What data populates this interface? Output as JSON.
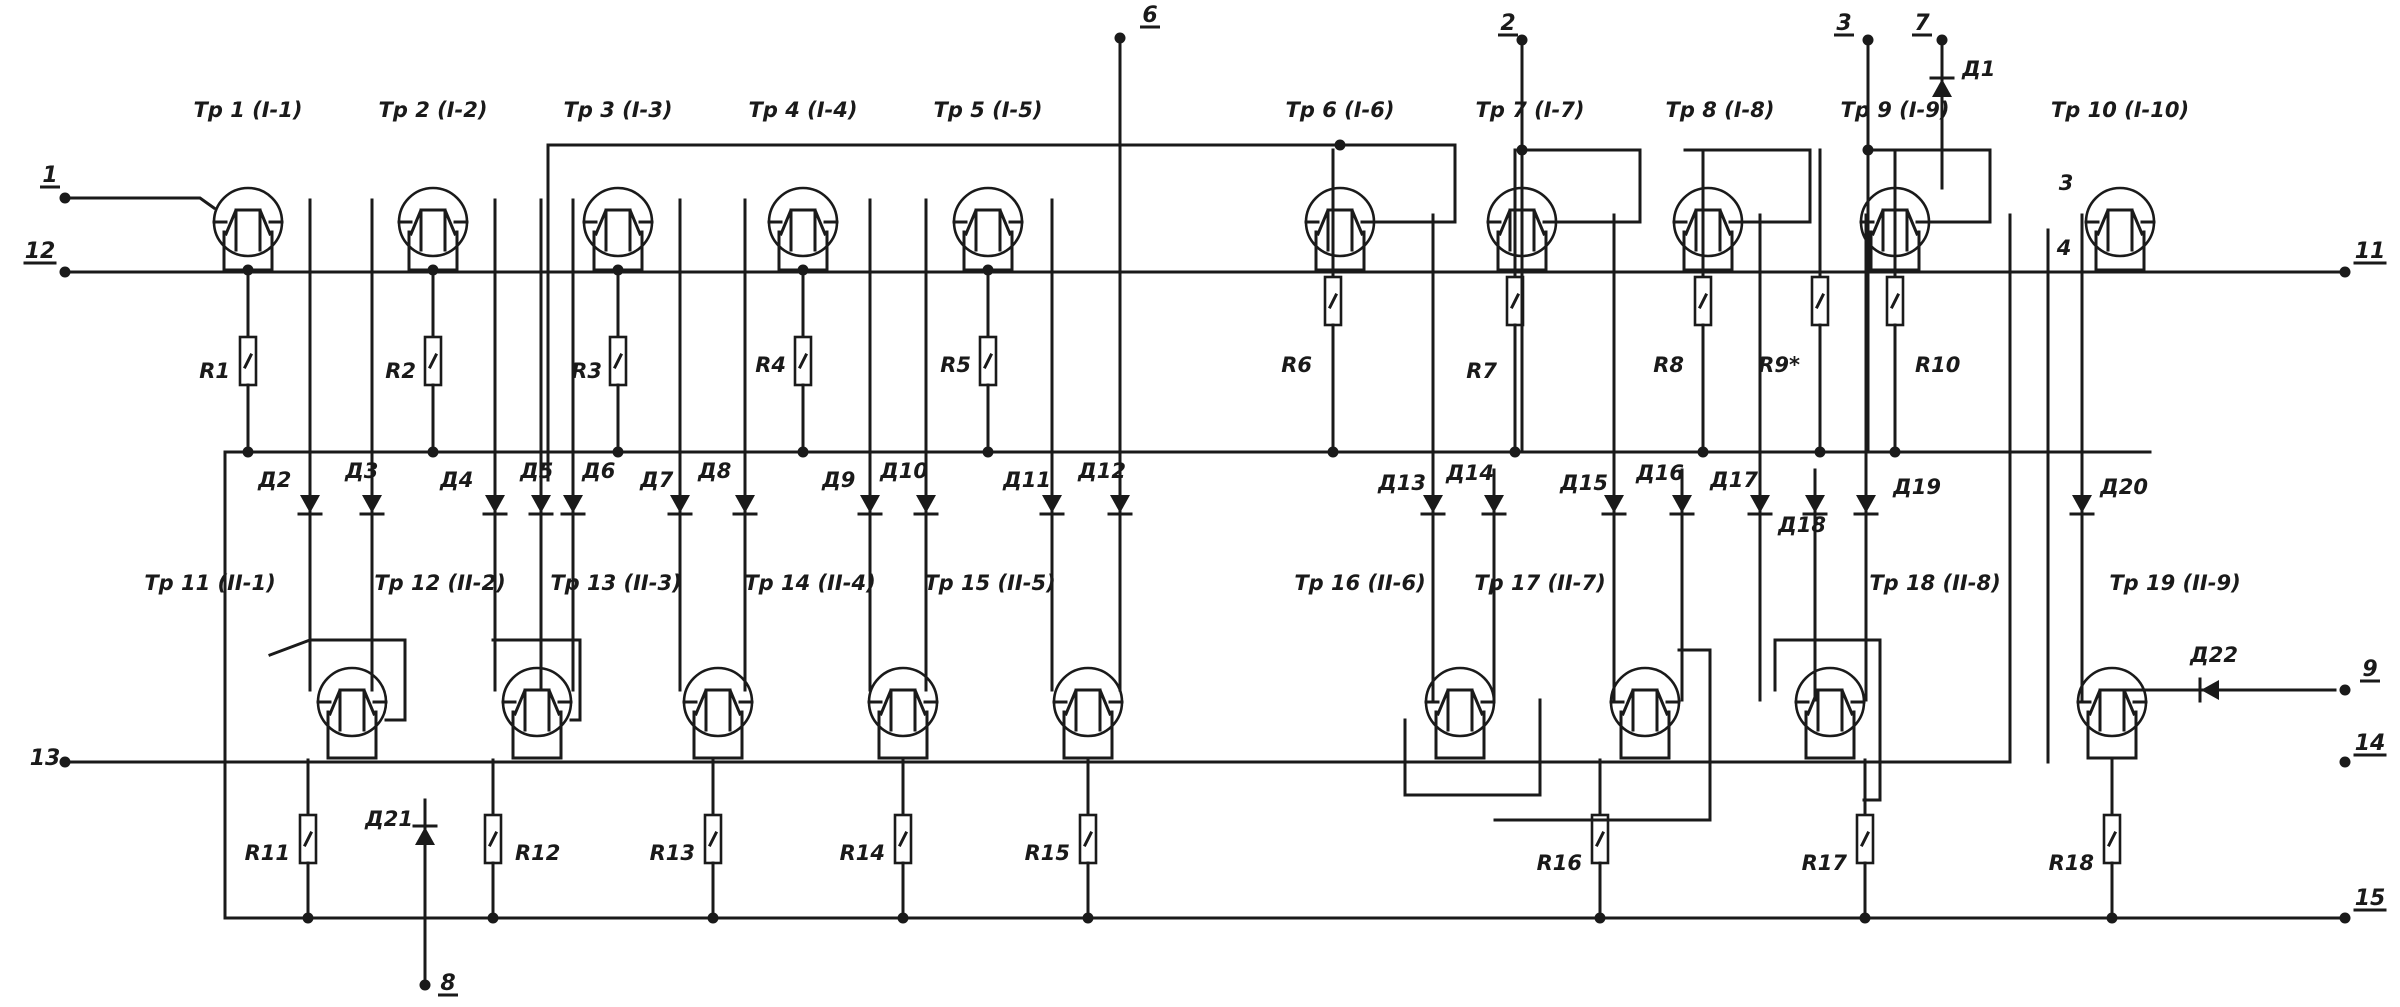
{
  "terminals": [
    {
      "id": "1",
      "label": "1"
    },
    {
      "id": "12",
      "label": "12"
    },
    {
      "id": "13",
      "label": "13"
    },
    {
      "id": "6",
      "label": "6"
    },
    {
      "id": "2",
      "label": "2"
    },
    {
      "id": "3",
      "label": "3"
    },
    {
      "id": "7",
      "label": "7"
    },
    {
      "id": "8",
      "label": "8"
    },
    {
      "id": "11",
      "label": "11"
    },
    {
      "id": "9",
      "label": "9"
    },
    {
      "id": "14",
      "label": "14"
    },
    {
      "id": "15",
      "label": "15"
    }
  ],
  "transistors_top": [
    {
      "label": "Тр 1 (I-1)"
    },
    {
      "label": "Тр 2 (I-2)"
    },
    {
      "label": "Тр 3 (I-3)"
    },
    {
      "label": "Тр 4 (I-4)"
    },
    {
      "label": "Тр 5 (I-5)"
    },
    {
      "label": "Тр 6 (I-6)"
    },
    {
      "label": "Тр 7 (I-7)"
    },
    {
      "label": "Тр 8 (I-8)"
    },
    {
      "label": "Тр 9 (I-9)"
    },
    {
      "label": "Тр 10 (I-10)"
    }
  ],
  "transistors_bottom": [
    {
      "label": "Тр 11 (II-1)"
    },
    {
      "label": "Тр 12 (II-2)"
    },
    {
      "label": "Тр 13 (II-3)"
    },
    {
      "label": "Тр 14 (II-4)"
    },
    {
      "label": "Тр 15 (II-5)"
    },
    {
      "label": "Тр 16 (II-6)"
    },
    {
      "label": "Тр 17 (II-7)"
    },
    {
      "label": "Тр 18 (II-8)"
    },
    {
      "label": "Тр 19 (II-9)"
    }
  ],
  "resistors": [
    {
      "label": "R1"
    },
    {
      "label": "R2"
    },
    {
      "label": "R3"
    },
    {
      "label": "R4"
    },
    {
      "label": "R5"
    },
    {
      "label": "R6"
    },
    {
      "label": "R7"
    },
    {
      "label": "R8"
    },
    {
      "label": "R9*"
    },
    {
      "label": "R10"
    },
    {
      "label": "R11"
    },
    {
      "label": "R12"
    },
    {
      "label": "R13"
    },
    {
      "label": "R14"
    },
    {
      "label": "R15"
    },
    {
      "label": "R16"
    },
    {
      "label": "R17"
    },
    {
      "label": "R18"
    }
  ],
  "diodes": [
    {
      "label": "Д1"
    },
    {
      "label": "Д2"
    },
    {
      "label": "Д3"
    },
    {
      "label": "Д4"
    },
    {
      "label": "Д5"
    },
    {
      "label": "Д6"
    },
    {
      "label": "Д7"
    },
    {
      "label": "Д8"
    },
    {
      "label": "Д9"
    },
    {
      "label": "Д10"
    },
    {
      "label": "Д11"
    },
    {
      "label": "Д12"
    },
    {
      "label": "Д13"
    },
    {
      "label": "Д14"
    },
    {
      "label": "Д15"
    },
    {
      "label": "Д16"
    },
    {
      "label": "Д17"
    },
    {
      "label": "Д18"
    },
    {
      "label": "Д19"
    },
    {
      "label": "Д20"
    },
    {
      "label": "Д21"
    },
    {
      "label": "Д22"
    }
  ],
  "pin_marks": [
    {
      "label": "3"
    },
    {
      "label": "4"
    }
  ]
}
